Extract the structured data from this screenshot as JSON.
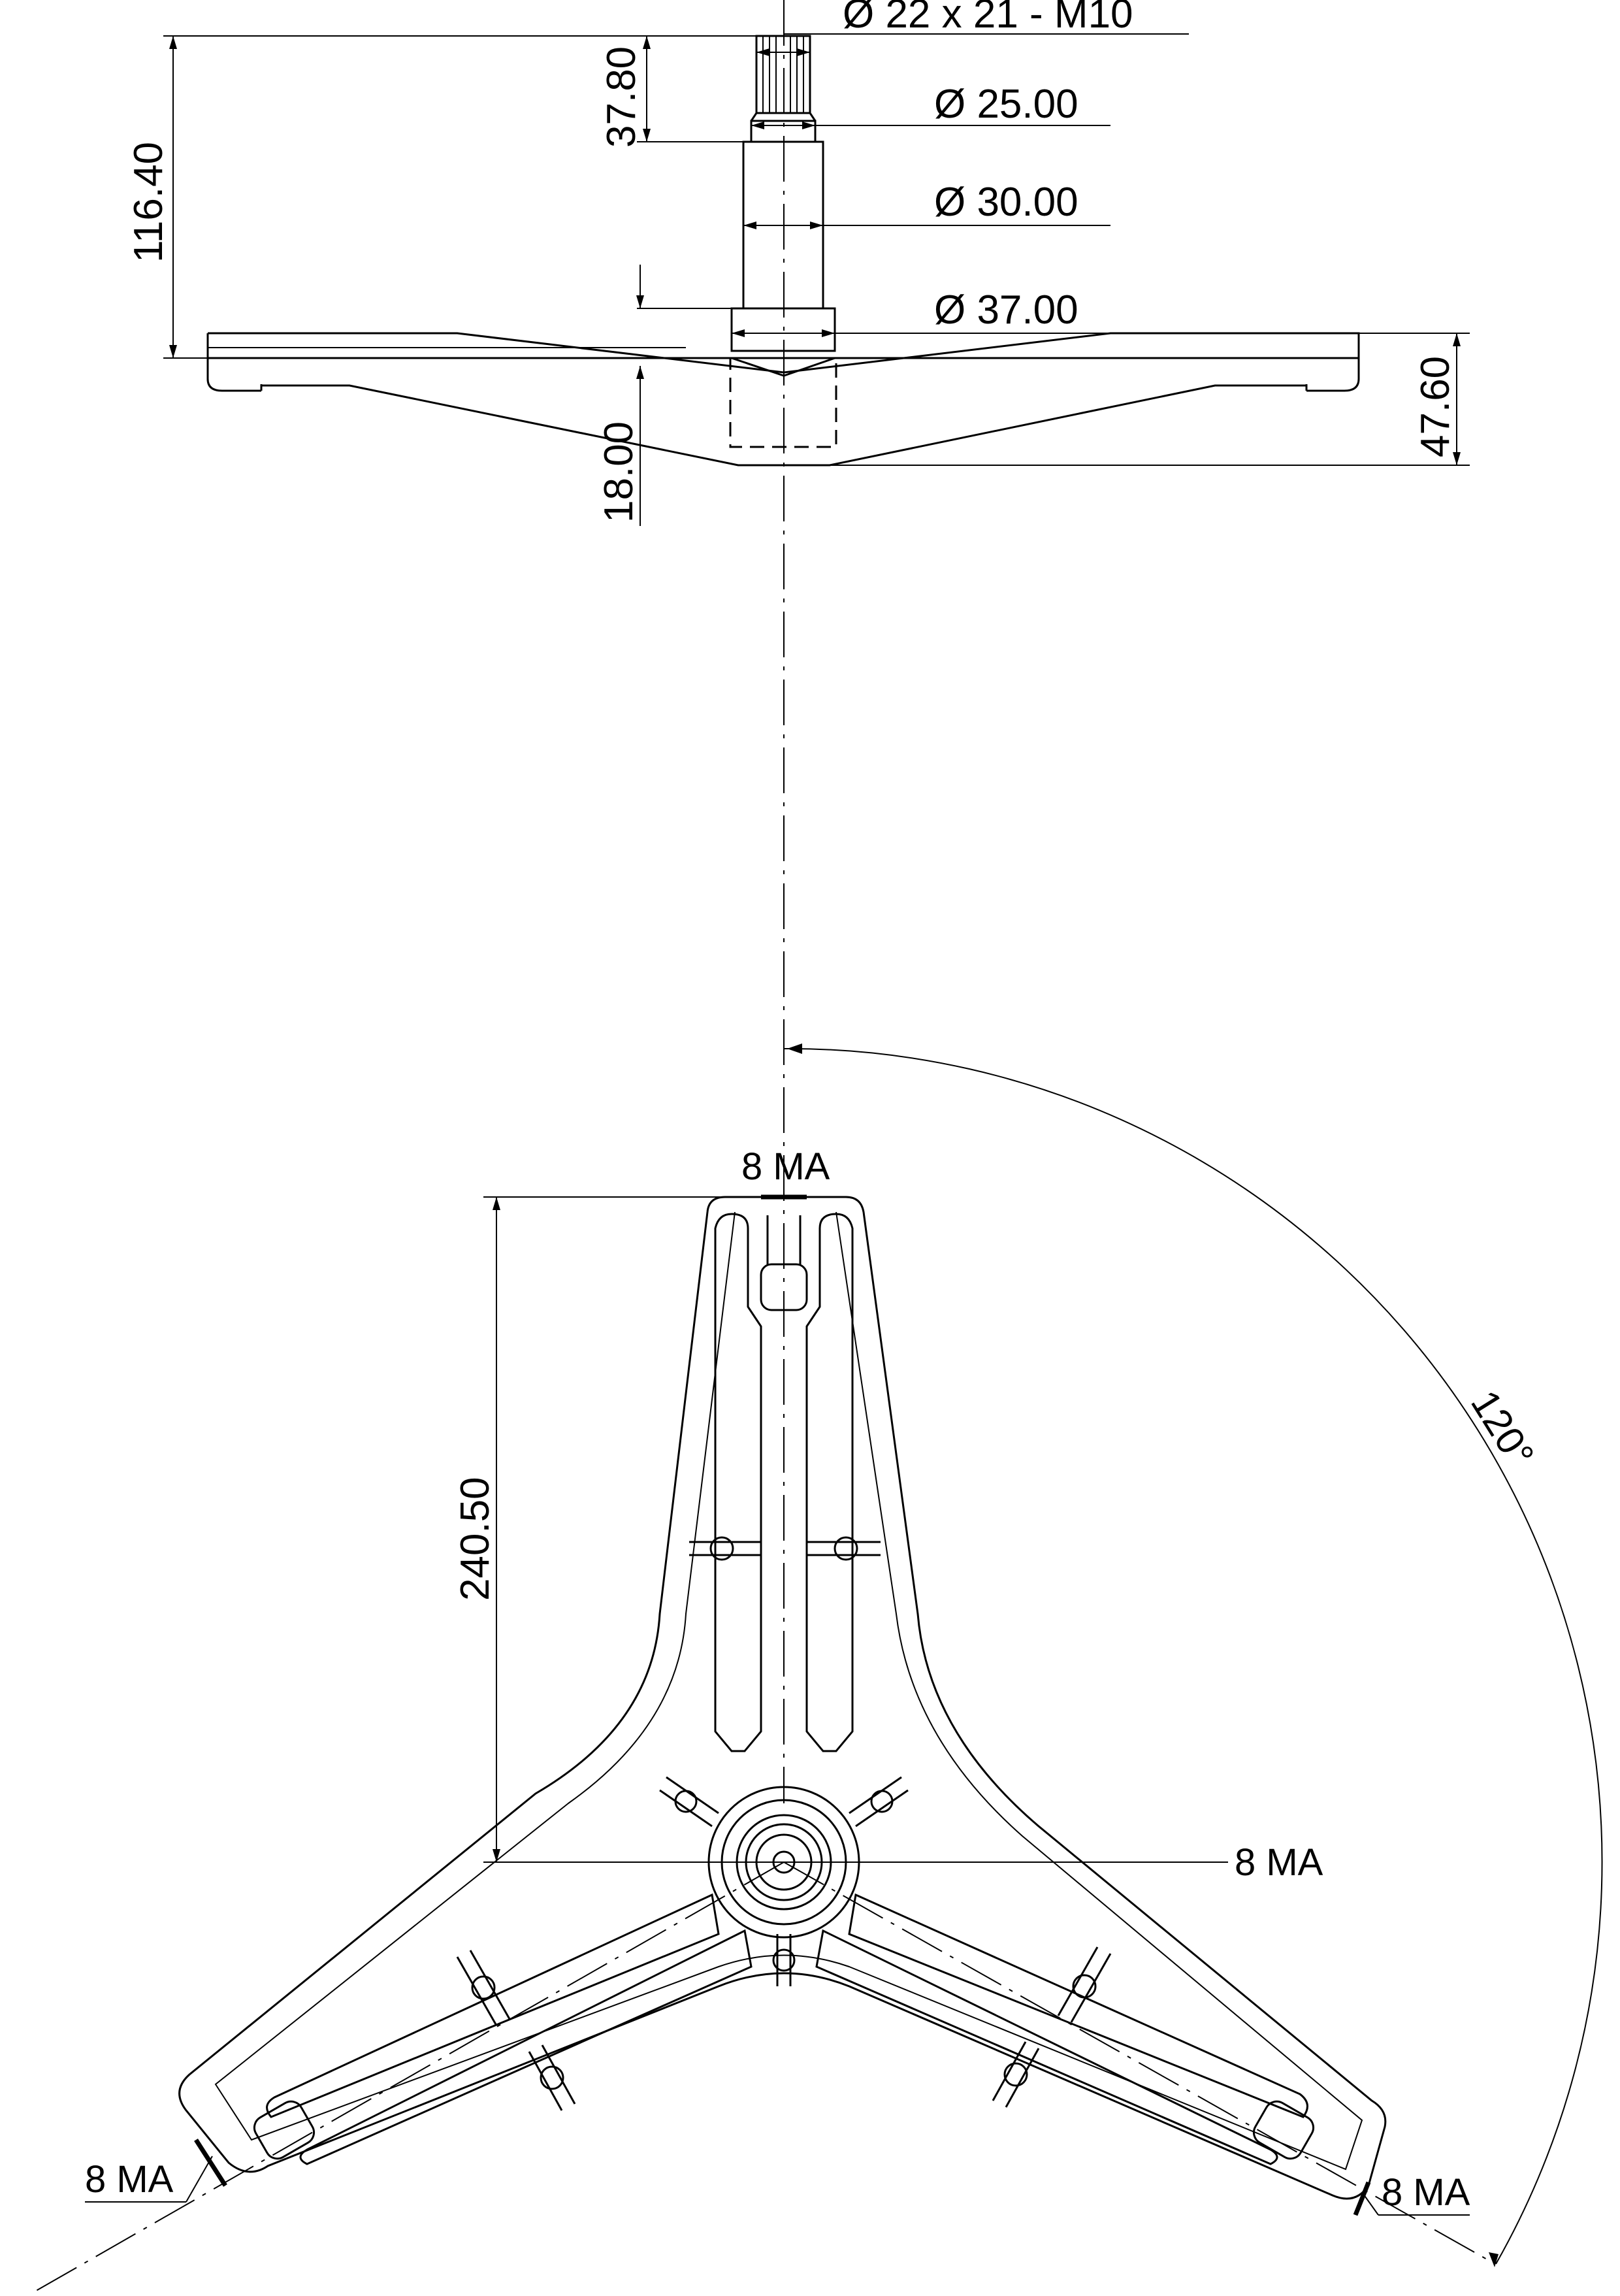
{
  "drawing": {
    "labels": {
      "thread_spec": "Ø 22 x 21 - M10",
      "dia_25": "Ø 25.00",
      "dia_30": "Ø 30.00",
      "dia_37": "Ø 37.00",
      "overall_height": "116.40",
      "spline_length": "37.80",
      "flange_height": "47.60",
      "hub_depth": "18.00",
      "arm_length": "240.50",
      "angle": "120°",
      "bolt_top": "8 MA",
      "bolt_center": "8 MA",
      "bolt_left": "8 MA",
      "bolt_right": "8 MA"
    }
  }
}
